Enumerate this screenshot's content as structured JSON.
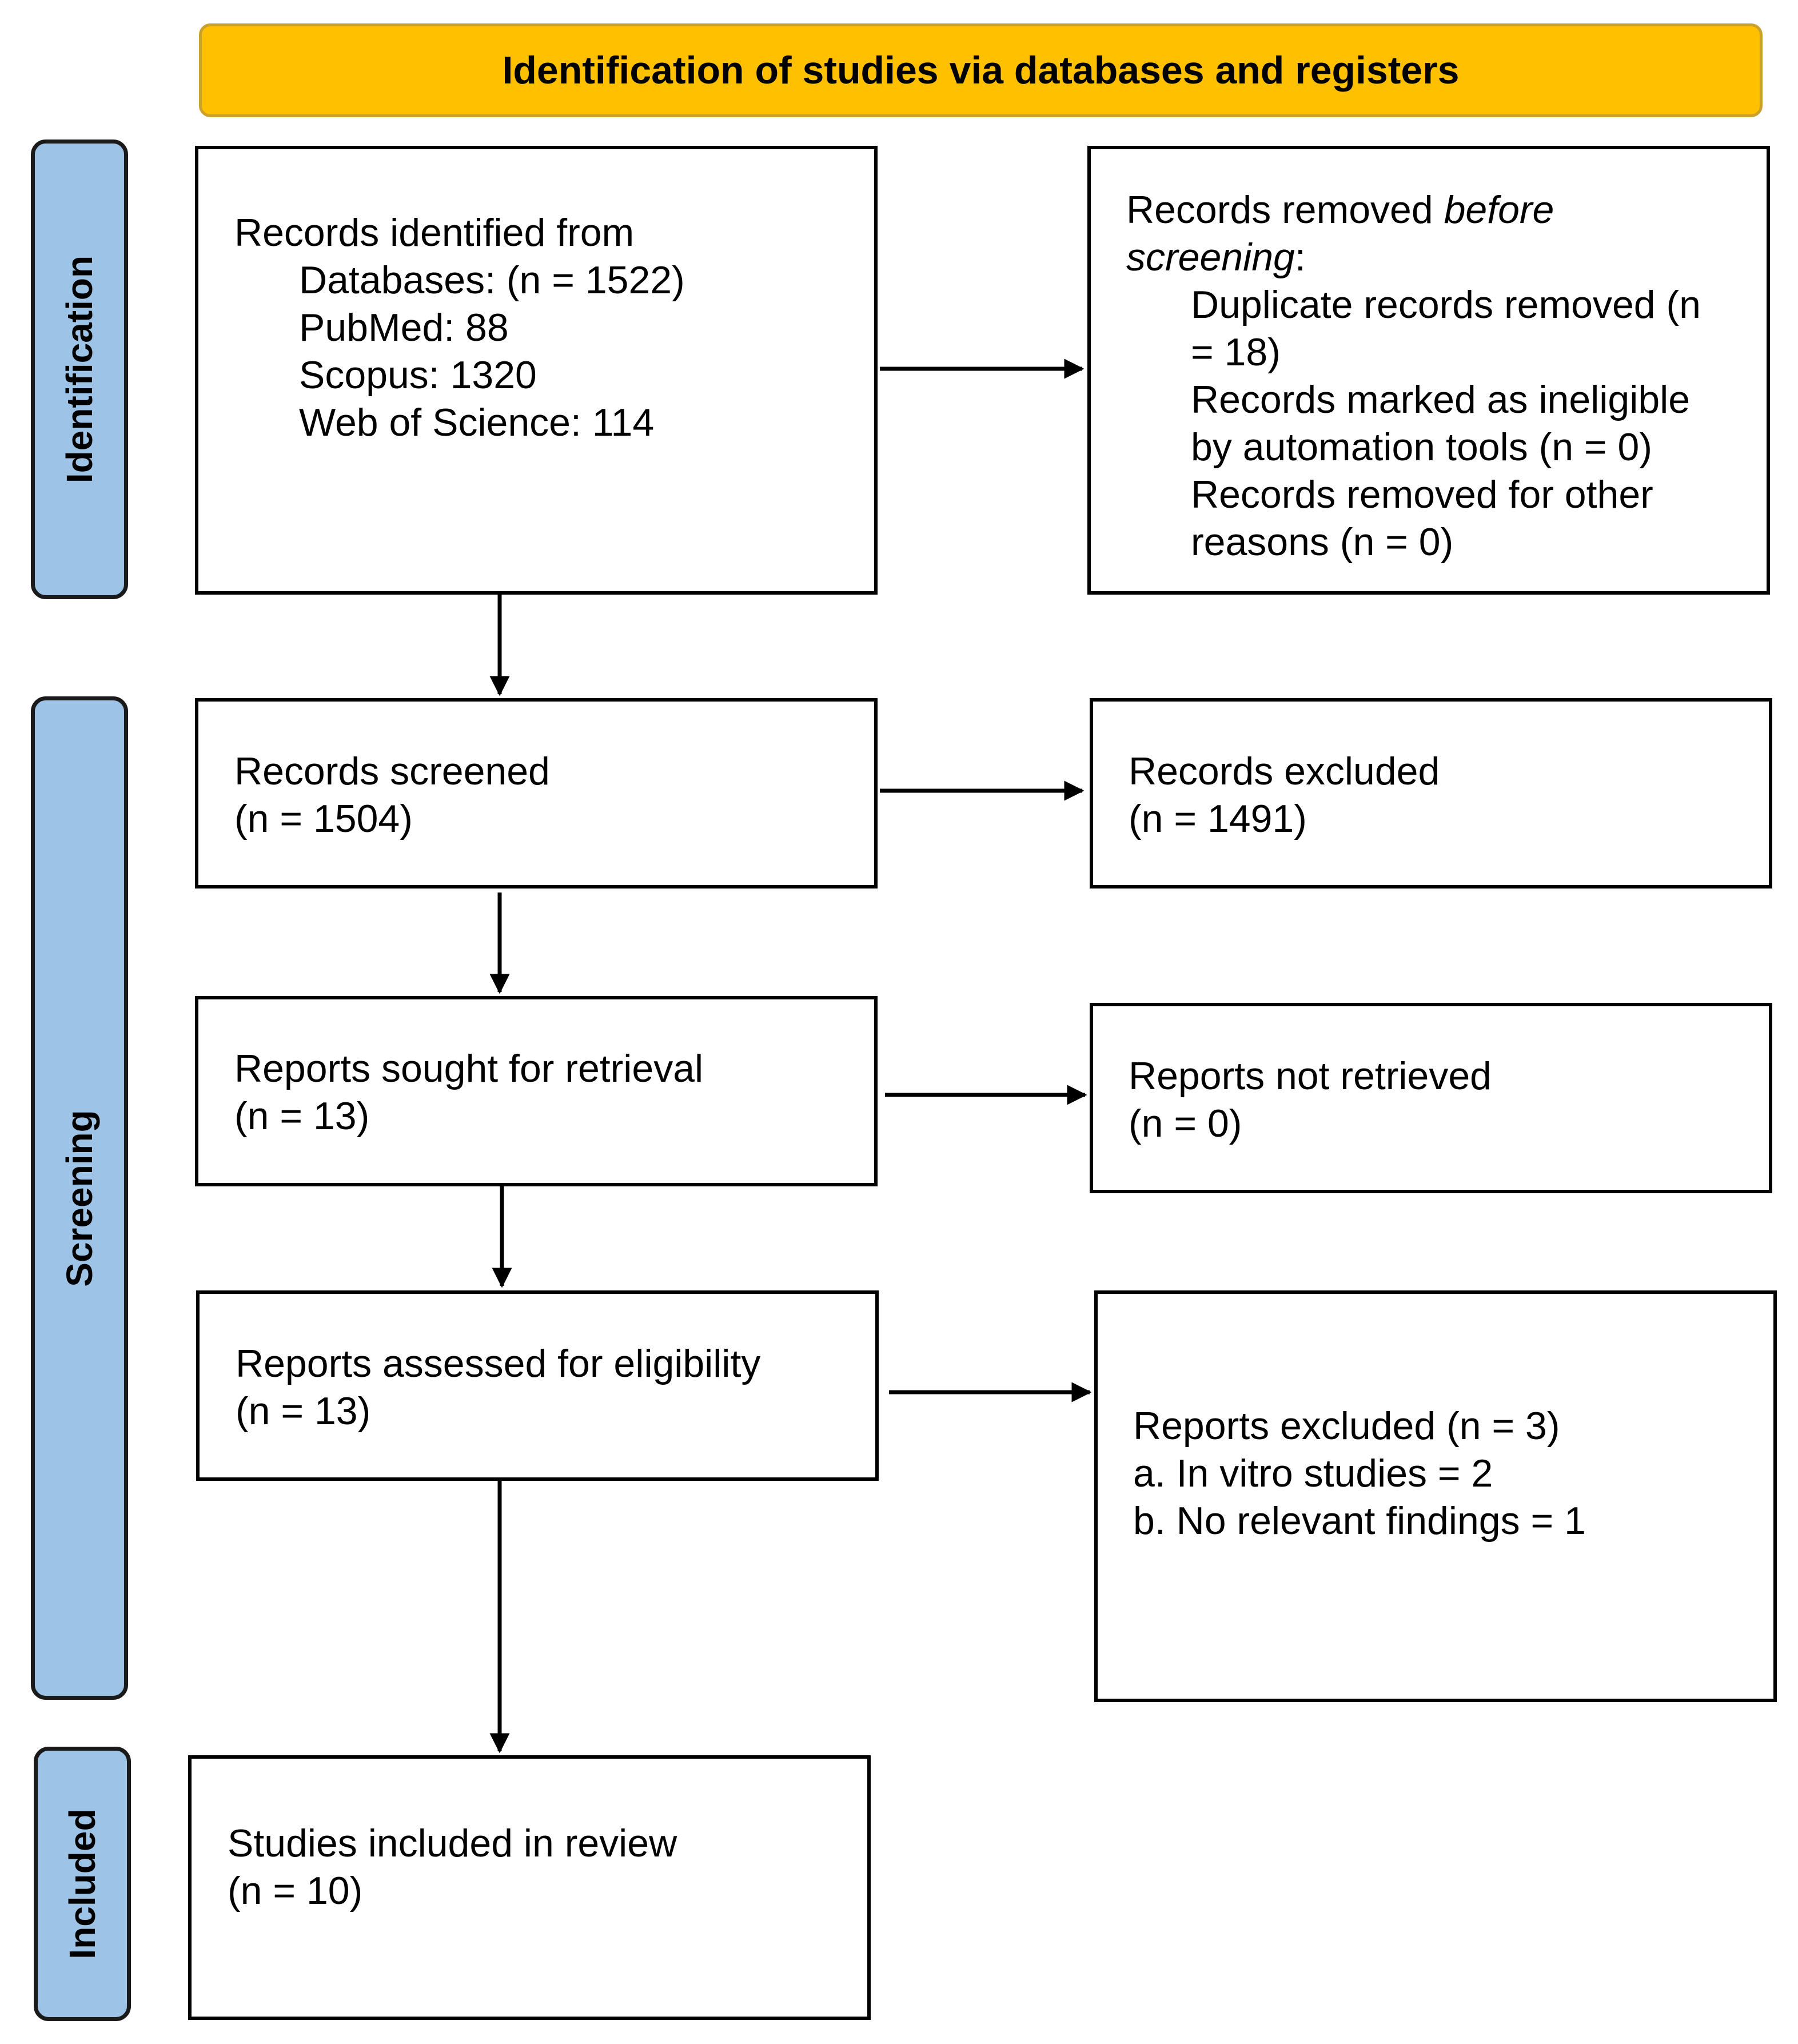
{
  "header": {
    "title": "Identification of studies via databases and registers"
  },
  "stages": {
    "identification": "Identification",
    "screening": "Screening",
    "included": "Included"
  },
  "boxes": {
    "records_identified": {
      "heading": "Records identified from",
      "lines": [
        "Databases: (n = 1522)",
        "PubMed: 88",
        "Scopus: 1320",
        "Web of Science: 114"
      ]
    },
    "records_removed": {
      "heading_prefix": "Records removed ",
      "heading_italic_1": "before",
      "heading_italic_2": "screening",
      "heading_suffix": ":",
      "lines": [
        "Duplicate records removed (n",
        "= 18)",
        "Records marked as ineligible",
        "by automation tools (n = 0)",
        "Records removed for other",
        "reasons (n = 0)"
      ]
    },
    "records_screened": {
      "label": "Records screened",
      "count": "(n = 1504)"
    },
    "records_excluded": {
      "label": "Records excluded",
      "count": "(n = 1491)"
    },
    "reports_sought": {
      "label": "Reports sought for retrieval",
      "count": "(n = 13)"
    },
    "reports_not_retrieved": {
      "label": "Reports not retrieved",
      "count": "(n = 0)"
    },
    "reports_assessed": {
      "label": "Reports assessed for eligibility",
      "count": "(n = 13)"
    },
    "reports_excluded": {
      "heading": "Reports excluded (n = 3)",
      "lines": [
        "a. In vitro studies = 2",
        "b. No relevant findings = 1"
      ]
    },
    "studies_included": {
      "label": "Studies included in review",
      "count": "(n = 10)"
    }
  }
}
